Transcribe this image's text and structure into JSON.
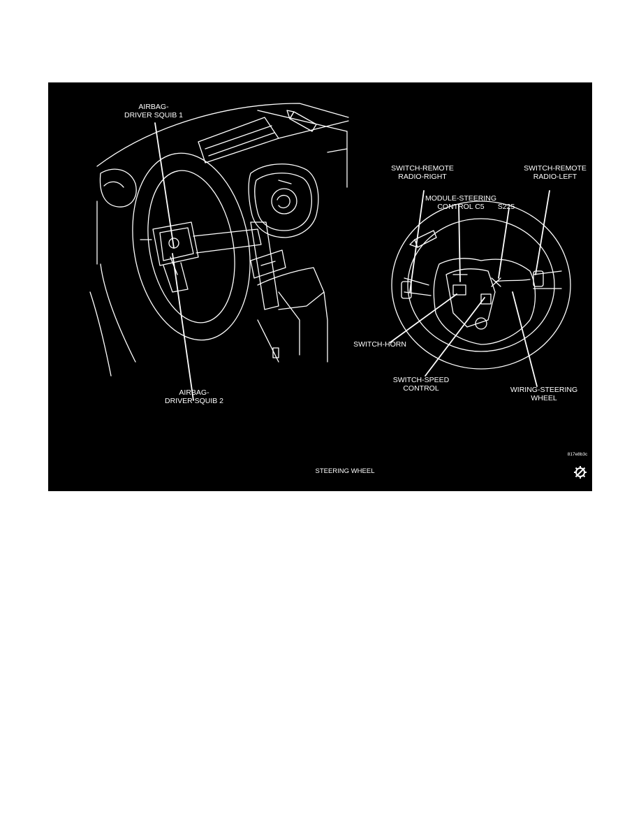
{
  "figure": {
    "caption": "STEERING WHEEL",
    "figure_code": "817e8b3c",
    "labels": {
      "airbag_squib1_line1": "AIRBAG-",
      "airbag_squib1_line2": "DRIVER SQUIB 1",
      "airbag_squib2_line1": "AIRBAG-",
      "airbag_squib2_line2": "DRIVER SQUIB 2",
      "remote_right_line1": "SWITCH-REMOTE",
      "remote_right_line2": "RADIO-RIGHT",
      "module_line1": "MODULE-STEERING",
      "module_line2": "CONTROL C5",
      "s225": "S225",
      "remote_left_line1": "SWITCH-REMOTE",
      "remote_left_line2": "RADIO-LEFT",
      "horn": "SWITCH-HORN",
      "speed_line1": "SWITCH-SPEED",
      "speed_line2": "CONTROL",
      "wiring_line1": "WIRING-STEERING",
      "wiring_line2": "WHEEL"
    },
    "colors": {
      "background": "#000000",
      "line_art": "#ffffff",
      "page": "#ffffff"
    },
    "icons": [
      "fwd-arrow-icon",
      "fwd-arrow-icon",
      "gear-icon"
    ]
  }
}
